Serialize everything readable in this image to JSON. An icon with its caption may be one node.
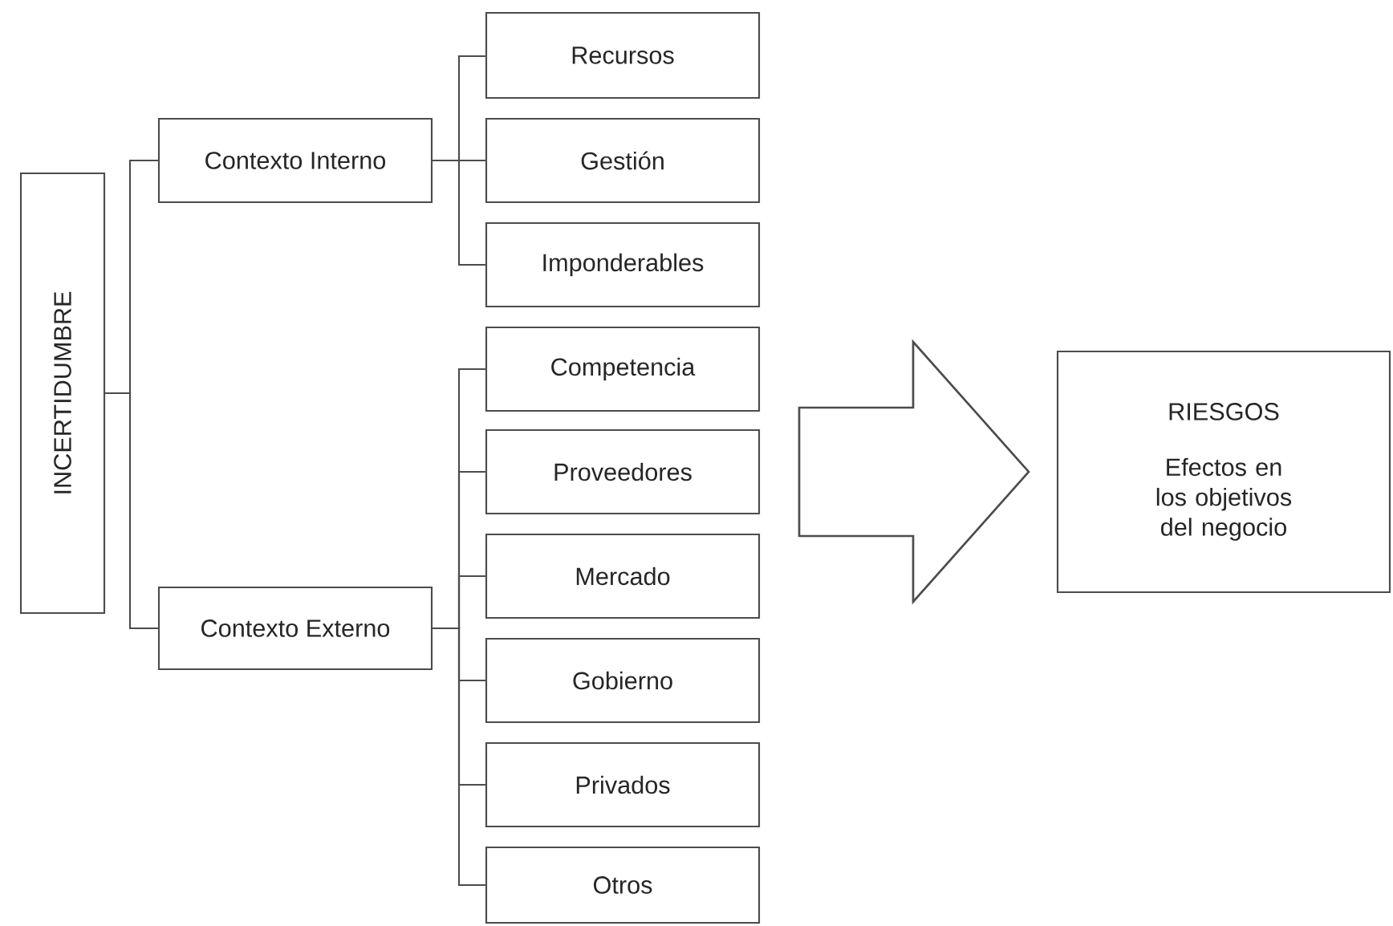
{
  "diagram": {
    "nodes": [
      {
        "text": [
          "INCERTIDUMBRE"
        ]
      },
      {
        "text": [
          "Contexto Interno"
        ]
      },
      {
        "text": [
          "Recursos"
        ]
      },
      {
        "text": [
          "Gestión"
        ]
      },
      {
        "text": [
          "Imponderables"
        ]
      },
      {
        "text": [
          "Contexto Externo"
        ]
      },
      {
        "text": [
          "Competencia"
        ]
      },
      {
        "text": [
          "Proveedores"
        ]
      },
      {
        "text": [
          "Mercado"
        ]
      },
      {
        "text": [
          "Gobierno"
        ]
      },
      {
        "text": [
          "Privados"
        ]
      },
      {
        "text": [
          "Otros"
        ]
      },
      {
        "text": [
          "RIESGOS",
          "Efectos en los objetivos del negocio"
        ]
      }
    ],
    "edges": [
      {
        "from": 0,
        "to": 1,
        "arrow": "none"
      },
      {
        "from": 0,
        "to": 5,
        "arrow": "none"
      },
      {
        "from": 1,
        "to": 2,
        "arrow": "none"
      },
      {
        "from": 1,
        "to": 3,
        "arrow": "none"
      },
      {
        "from": 1,
        "to": 4,
        "arrow": "none"
      },
      {
        "from": 5,
        "to": 6,
        "arrow": "none"
      },
      {
        "from": 5,
        "to": 7,
        "arrow": "none"
      },
      {
        "from": 5,
        "to": 8,
        "arrow": "none"
      },
      {
        "from": 5,
        "to": 9,
        "arrow": "none"
      },
      {
        "from": 5,
        "to": 10,
        "arrow": "none"
      },
      {
        "from": 5,
        "to": 11,
        "arrow": "none"
      },
      {
        "from": null,
        "to": 12,
        "arrow": "to",
        "style": "thick"
      }
    ]
  }
}
